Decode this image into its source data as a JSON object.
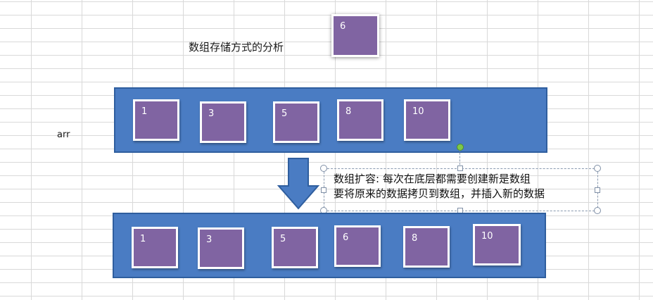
{
  "title": "数组存储方式的分析",
  "arr_label": "arr",
  "new_element": "6",
  "original_array": [
    "1",
    "3",
    "5",
    "8",
    "10"
  ],
  "expanded_array": [
    "1",
    "3",
    "5",
    "6",
    "8",
    "10"
  ],
  "note": {
    "line1": "数组扩容: 每次在底层都需要创建新是数组",
    "line2": "要将原来的数据拷贝到数组，并插入新的数据"
  },
  "colors": {
    "panel": "#4a7cc3",
    "cell": "#8064a2",
    "arrow": "#4a7cc3"
  },
  "icons": {
    "arrow": "down-arrow-icon"
  }
}
